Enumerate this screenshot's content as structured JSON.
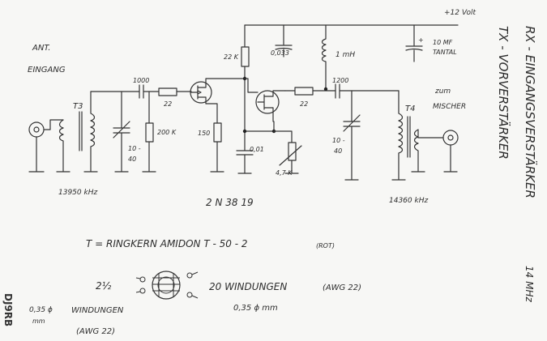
{
  "title_vertical_1": "RX - EINGANGSVERSTÄRKER",
  "title_vertical_2": "TX - VORVERSTÄRKER",
  "band": "14 MHz",
  "author": "DJ9RB",
  "supply": "+12 Volt",
  "antenna_label": [
    "ANT.",
    "EINGANG"
  ],
  "mixer_label": [
    "zum",
    "MISCHER"
  ],
  "components": {
    "t3": "T3",
    "t4": "T4",
    "c_1000": "1000",
    "c_1200": "1200",
    "r_22a": "22",
    "r_22b": "22",
    "r_200k": "200 K",
    "r_150": "150",
    "r_22k": "22 K",
    "c_0033": "0,033",
    "l_1mh": "1 mH",
    "c_10mf": "10 MF",
    "tantal": "TANTAL",
    "c_001": "0,01",
    "r_47k": "4,7 K",
    "trim_a": [
      "10 -",
      "40"
    ],
    "trim_b": [
      "10 -",
      "40"
    ],
    "f_in": "13950 kHz",
    "f_out": "14360 kHz",
    "transistor": "2 N 38 19"
  },
  "toroid": {
    "title": "T  =  RINGKERN  AMIDON   T - 50 - 2",
    "title_color": "(ROT)",
    "left_turns": "2½",
    "left_label": "WINDUNGEN",
    "left_wire": "0,35 ϕ",
    "left_unit": "mm",
    "left_awg": "(AWG 22)",
    "right_label": "20 WINDUNGEN",
    "right_awg": "(AWG 22)",
    "right_wire": "0,35 ϕ mm"
  }
}
